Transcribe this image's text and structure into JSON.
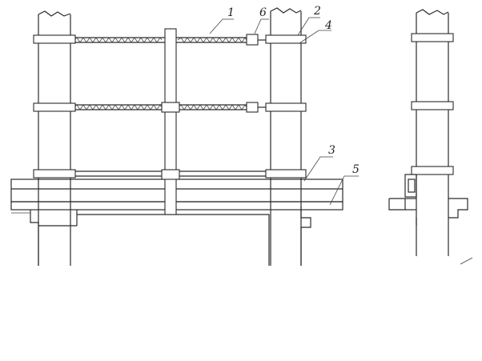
{
  "labels": {
    "l1": "1",
    "l2": "2",
    "l3": "3",
    "l4": "4",
    "l5": "5",
    "l6": "6"
  },
  "colors": {
    "ink": "#2b2b2b",
    "paper": "#ffffff"
  }
}
